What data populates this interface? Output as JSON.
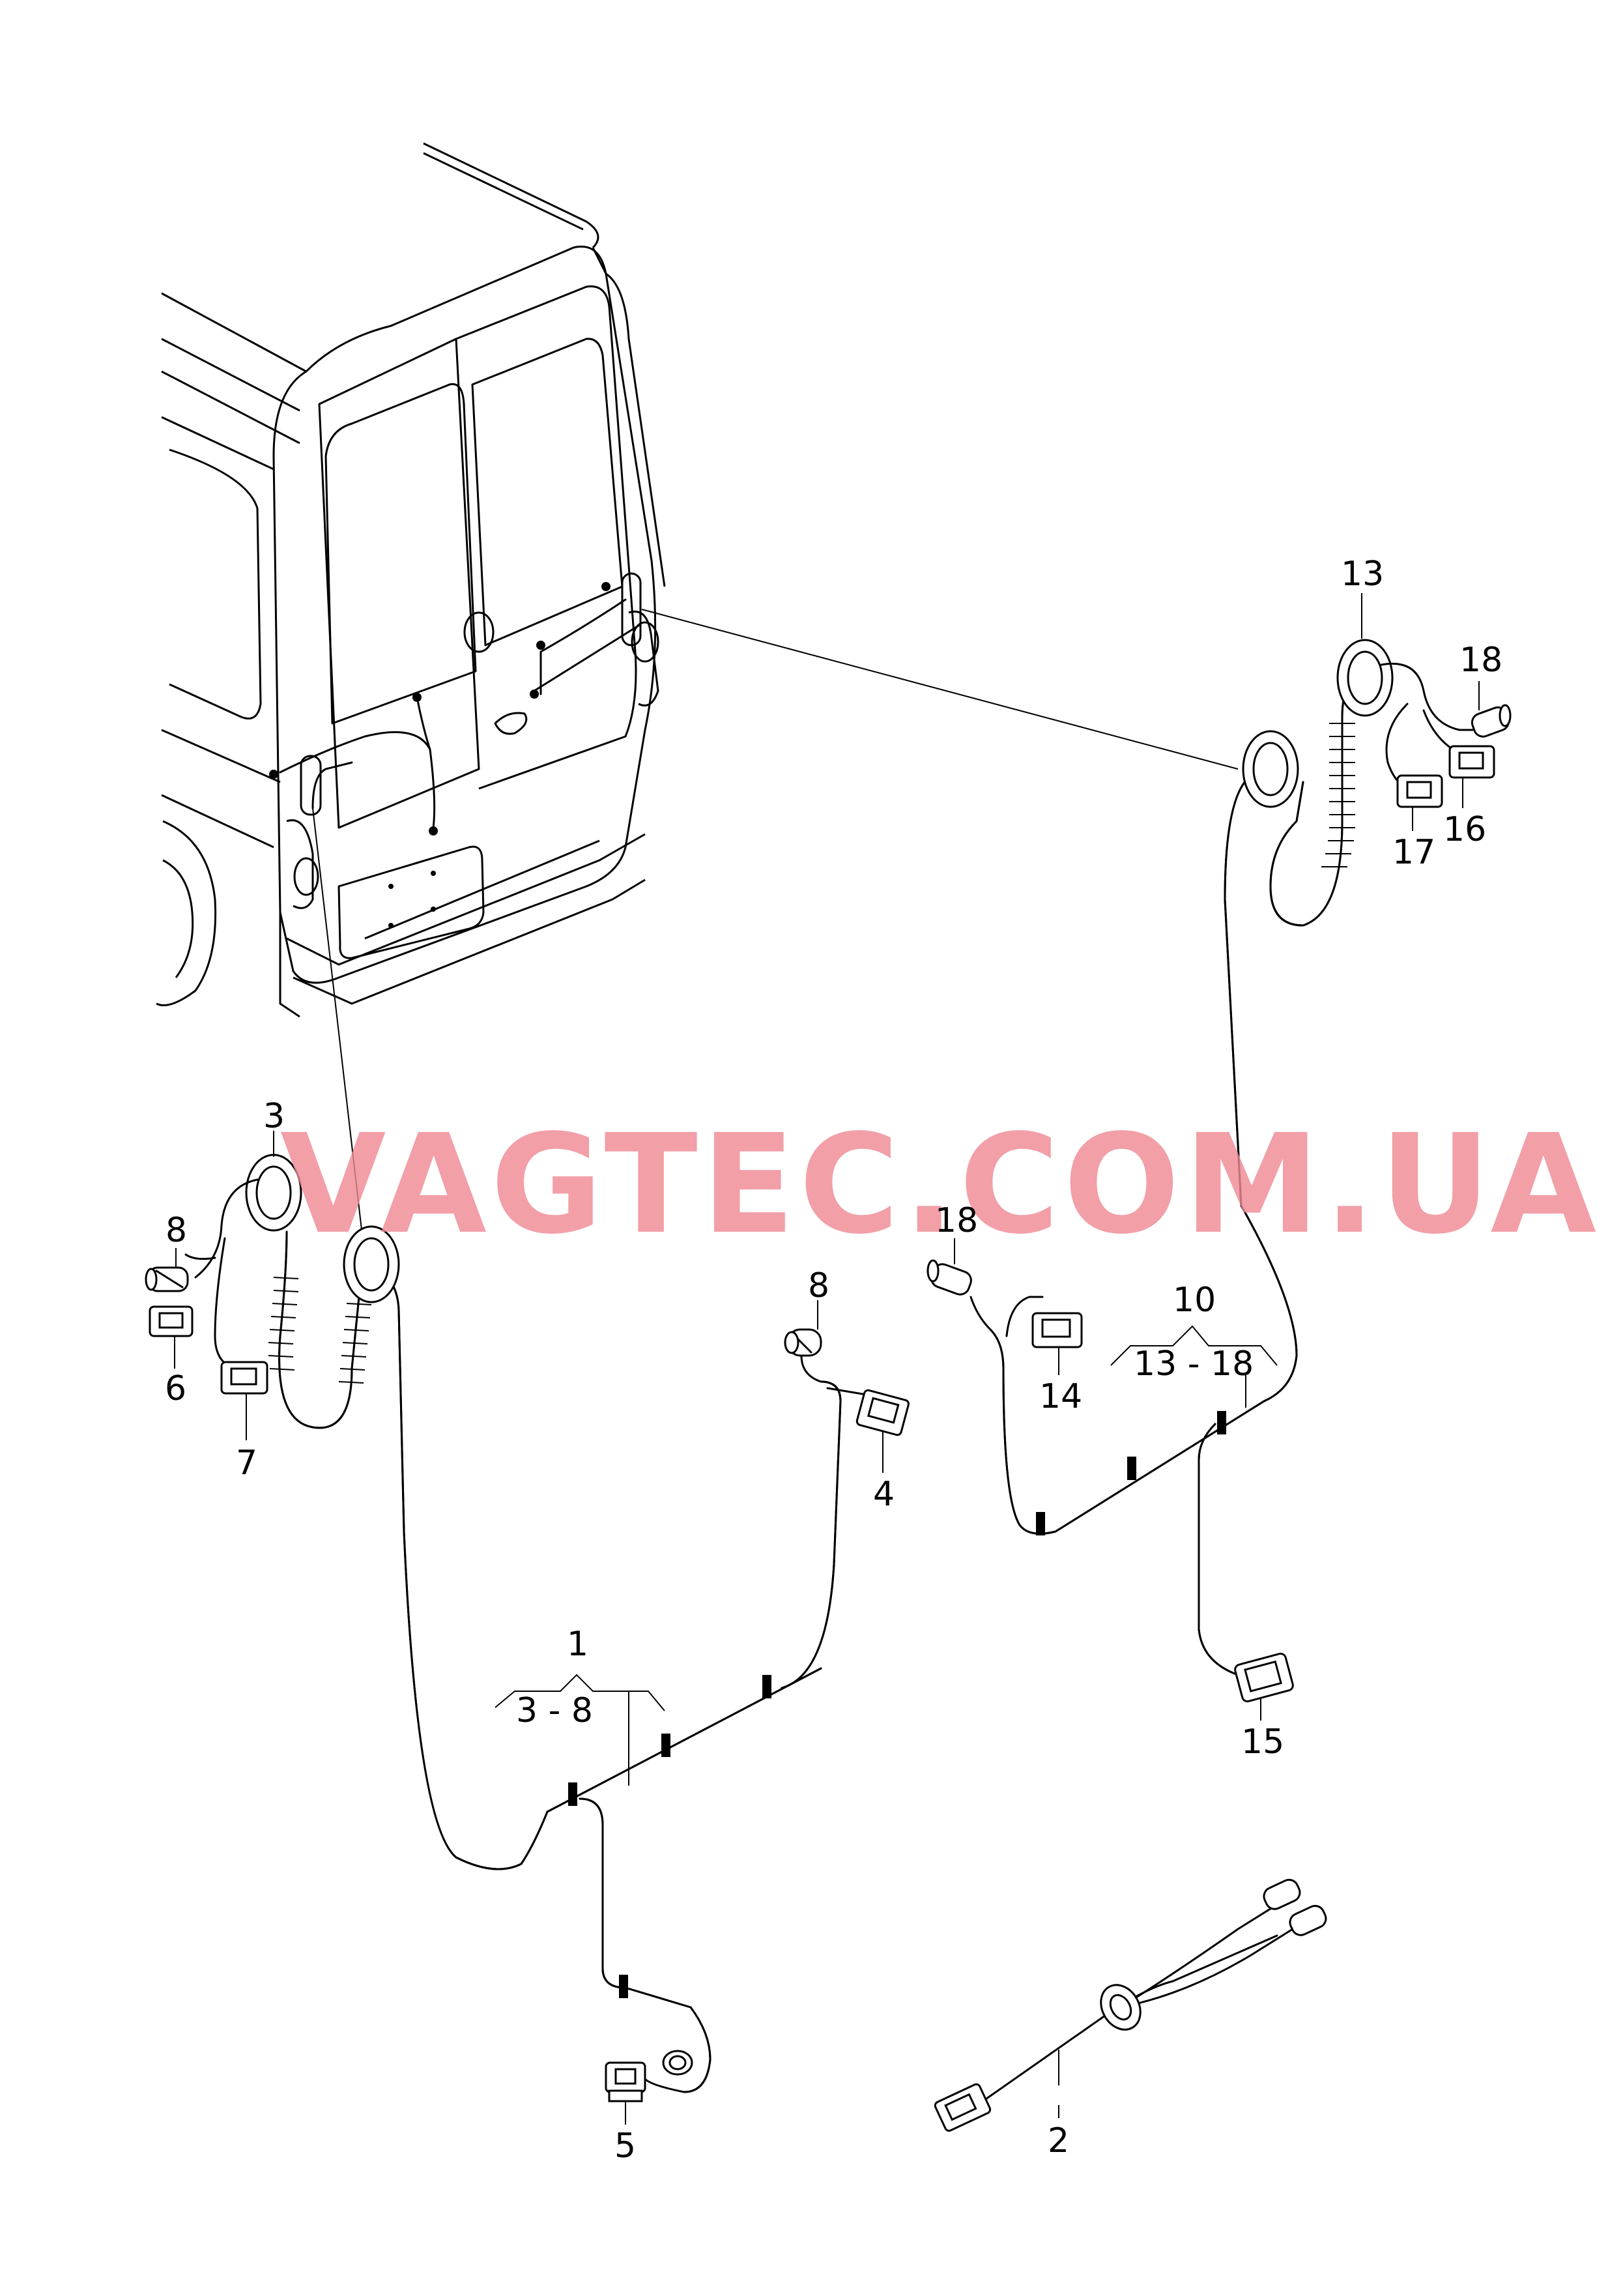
{
  "watermark": "VAGTEC.COM.UA",
  "callouts": [
    {
      "id": "c1",
      "text": "1"
    },
    {
      "id": "c1r",
      "text": "3 - 8"
    },
    {
      "id": "c2",
      "text": "2"
    },
    {
      "id": "c3",
      "text": "3"
    },
    {
      "id": "c4",
      "text": "4"
    },
    {
      "id": "c5",
      "text": "5"
    },
    {
      "id": "c6",
      "text": "6"
    },
    {
      "id": "c7",
      "text": "7"
    },
    {
      "id": "c8a",
      "text": "8"
    },
    {
      "id": "c8b",
      "text": "8"
    },
    {
      "id": "c10",
      "text": "10"
    },
    {
      "id": "c10r",
      "text": "13 - 18"
    },
    {
      "id": "c13",
      "text": "13"
    },
    {
      "id": "c14",
      "text": "14"
    },
    {
      "id": "c15",
      "text": "15"
    },
    {
      "id": "c16",
      "text": "16"
    },
    {
      "id": "c17",
      "text": "17"
    },
    {
      "id": "c18a",
      "text": "18"
    },
    {
      "id": "c18b",
      "text": "18"
    }
  ]
}
